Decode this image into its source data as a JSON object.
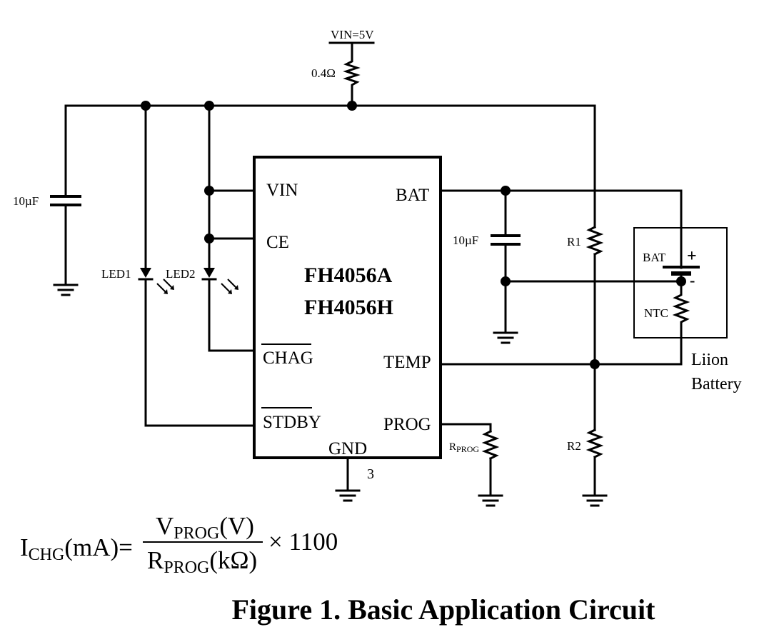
{
  "supply": {
    "label": "VIN=5V",
    "resistor": "0.4Ω"
  },
  "capacitors": {
    "input": "10µF",
    "battery": "10µF"
  },
  "leds": {
    "led1": "LED1",
    "led2": "LED2"
  },
  "chip": {
    "name_line1": "FH4056A",
    "name_line2": "FH4056H",
    "pins": {
      "vin": "VIN",
      "ce": "CE",
      "chag": "CHAG",
      "stdby": "STDBY",
      "bat": "BAT",
      "temp": "TEMP",
      "prog": "PROG",
      "gnd": "GND",
      "gnd_num": "3"
    }
  },
  "resistors": {
    "r1": "R1",
    "r2": "R2",
    "rprog_main": "R",
    "rprog_sub": "PROG"
  },
  "battery": {
    "bat": "BAT",
    "ntc": "NTC",
    "plus": "+",
    "minus": "-",
    "label_line1": "Liion",
    "label_line2": "Battery"
  },
  "formula": {
    "lhs_main": "I",
    "lhs_sub": "CHG",
    "lhs_unit": "(mA)=",
    "num_main": "V",
    "num_sub": "PROG",
    "num_unit": "(V)",
    "den_main": "R",
    "den_sub": "PROG",
    "den_unit": "(kΩ)",
    "multiplier": "× 1100"
  },
  "caption": "Figure 1. Basic Application Circuit"
}
